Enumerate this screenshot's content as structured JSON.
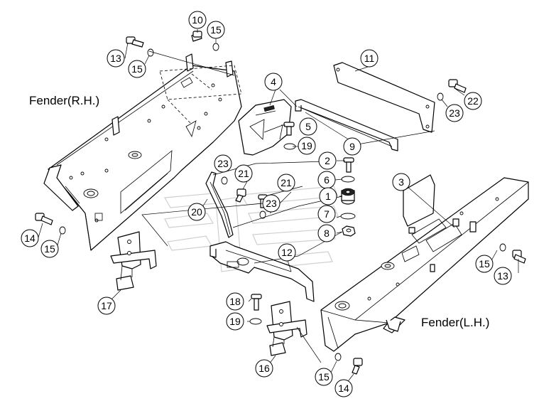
{
  "labels": {
    "fender_rh": "Fender(R.H.)",
    "fender_lh": "Fender(L.H.)"
  },
  "callouts": [
    {
      "id": "c10a",
      "text": "10"
    },
    {
      "id": "c15a",
      "text": "15"
    },
    {
      "id": "c13a",
      "text": "13"
    },
    {
      "id": "c15b",
      "text": "15"
    },
    {
      "id": "c11",
      "text": "11"
    },
    {
      "id": "c22",
      "text": "22"
    },
    {
      "id": "c23a",
      "text": "23"
    },
    {
      "id": "c4",
      "text": "4"
    },
    {
      "id": "c5",
      "text": "5"
    },
    {
      "id": "c19a",
      "text": "19"
    },
    {
      "id": "c9",
      "text": "9"
    },
    {
      "id": "c2",
      "text": "2"
    },
    {
      "id": "c6",
      "text": "6"
    },
    {
      "id": "c23b",
      "text": "23"
    },
    {
      "id": "c21a",
      "text": "21"
    },
    {
      "id": "c21b",
      "text": "21"
    },
    {
      "id": "c1",
      "text": "1"
    },
    {
      "id": "c3",
      "text": "3"
    },
    {
      "id": "c20",
      "text": "20"
    },
    {
      "id": "c23c",
      "text": "23"
    },
    {
      "id": "c7",
      "text": "7"
    },
    {
      "id": "c8",
      "text": "8"
    },
    {
      "id": "c14a",
      "text": "14"
    },
    {
      "id": "c15c",
      "text": "15"
    },
    {
      "id": "c12",
      "text": "12"
    },
    {
      "id": "c15d",
      "text": "15"
    },
    {
      "id": "c13b",
      "text": "13"
    },
    {
      "id": "c17",
      "text": "17"
    },
    {
      "id": "c18",
      "text": "18"
    },
    {
      "id": "c19b",
      "text": "19"
    },
    {
      "id": "c16",
      "text": "16"
    },
    {
      "id": "c15e",
      "text": "15"
    },
    {
      "id": "c14b",
      "text": "14"
    }
  ]
}
